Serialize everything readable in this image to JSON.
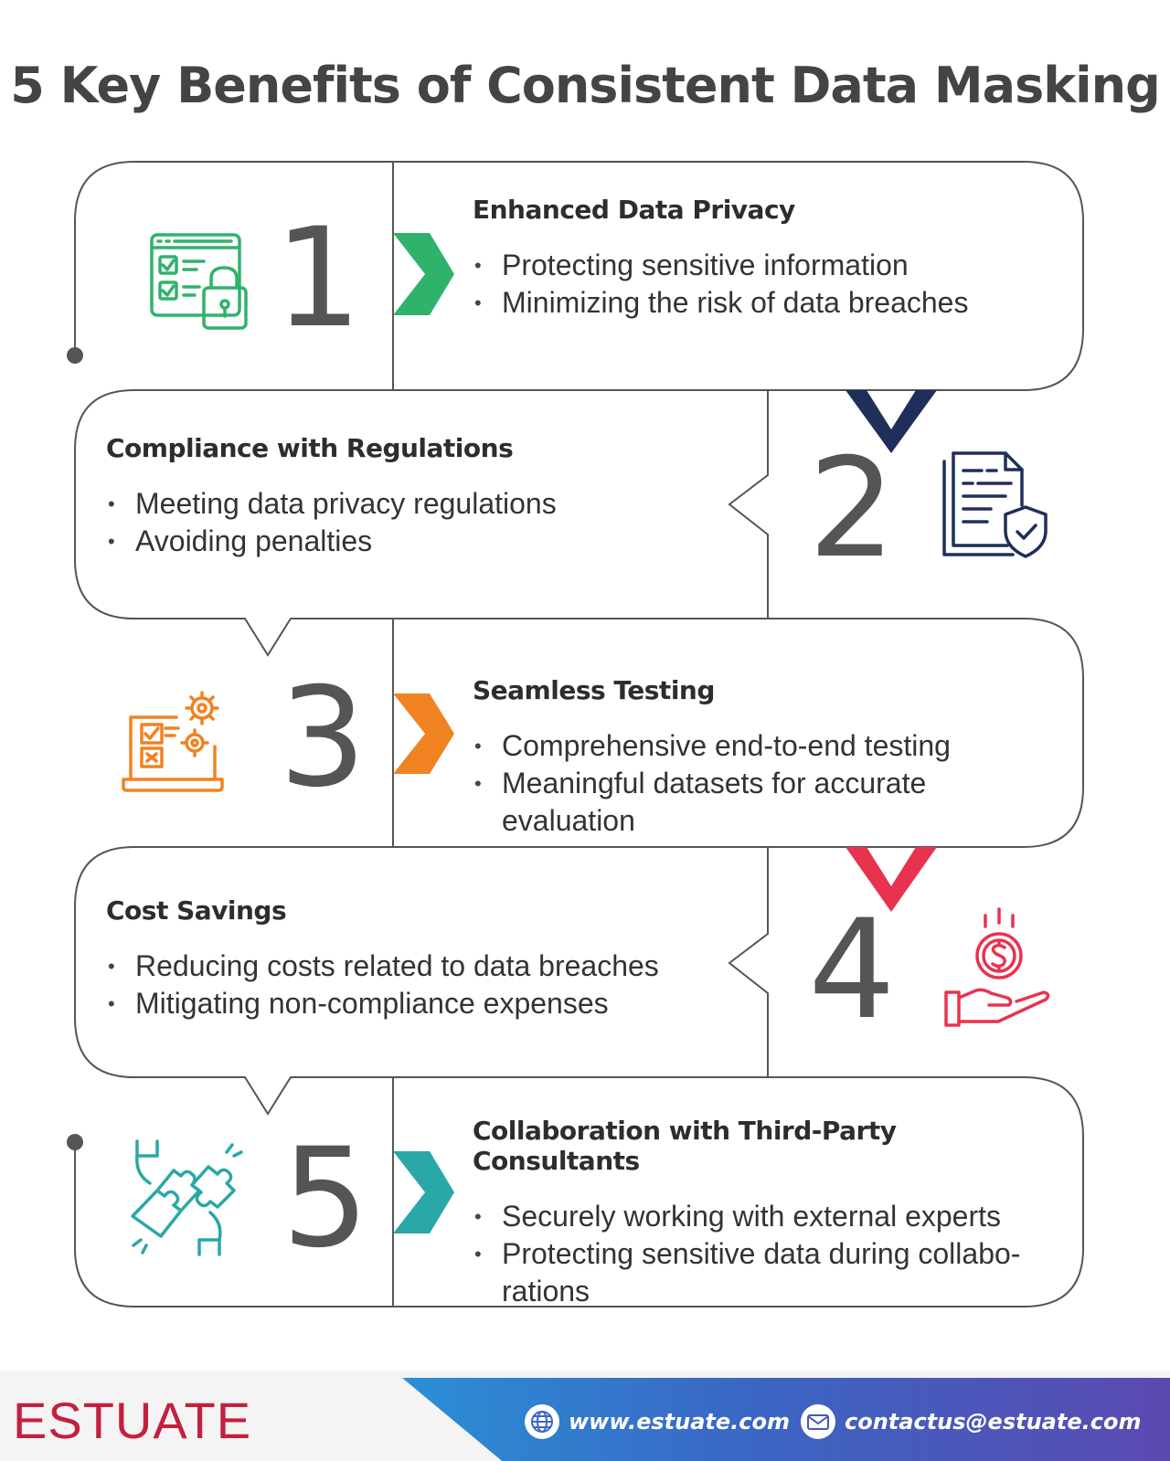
{
  "title": "5 Key Benefits of Consistent Data Masking",
  "colors": {
    "outline": "#555555",
    "green": "#2fb36b",
    "navy": "#1f2f5a",
    "orange": "#f08222",
    "red": "#e8334f",
    "teal": "#2aa7a7",
    "brand": "#c41f3e"
  },
  "benefits": [
    {
      "number": "1",
      "heading": "Enhanced Data Privacy",
      "bullets": [
        "Protecting sensitive information",
        "Minimizing the risk of data breaches"
      ],
      "icon": "checklist-lock-icon"
    },
    {
      "number": "2",
      "heading": "Compliance with Regulations",
      "bullets": [
        "Meeting data privacy regulations",
        "Avoiding penalties"
      ],
      "icon": "document-shield-icon"
    },
    {
      "number": "3",
      "heading": "Seamless Testing",
      "bullets": [
        "Comprehensive end-to-end testing",
        "Meaningful datasets for accurate evaluation"
      ],
      "icon": "laptop-gears-icon"
    },
    {
      "number": "4",
      "heading": "Cost Savings",
      "bullets": [
        "Reducing costs related to data breaches",
        "Mitigating non-compliance expenses"
      ],
      "icon": "hand-dollar-icon"
    },
    {
      "number": "5",
      "heading": "Collaboration with Third-Party Consultants",
      "bullets": [
        "Securely working with external experts",
        "Protecting sensitive data during collabo-rations"
      ],
      "icon": "puzzle-hands-icon"
    }
  ],
  "footer": {
    "brand": "ESTUATE",
    "website": "www.estuate.com",
    "email": "contactus@estuate.com",
    "website_icon": "globe-icon",
    "email_icon": "envelope-icon"
  }
}
